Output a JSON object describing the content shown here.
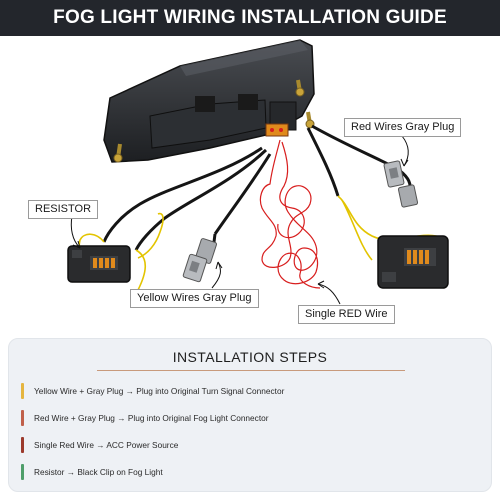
{
  "header": {
    "title": "FOG LIGHT WIRING INSTALLATION GUIDE"
  },
  "diagram": {
    "callouts": {
      "red_wires_gray_plug": "Red Wires Gray Plug",
      "resistor": "RESISTOR",
      "yellow_wires_gray_plug": "Yellow Wires Gray Plug",
      "single_red_wire": "Single RED Wire"
    },
    "colors": {
      "housing": "#2a2c30",
      "wire_black": "#151515",
      "wire_yellow": "#e3c400",
      "wire_red": "#d81e1e",
      "plug_gray": "#a7aaae",
      "connector_amber": "#e08a1c"
    }
  },
  "steps": {
    "title": "INSTALLATION STEPS",
    "items": [
      {
        "text": "Yellow Wire + Gray Plug → Plug into Original Turn Signal Connector",
        "color": "#e5b53f"
      },
      {
        "text": "Red Wire + Gray Plug → Plug into Original Fog Light Connector",
        "color": "#c0604a"
      },
      {
        "text": "Single Red Wire → ACC Power Source",
        "color": "#9c3a2c"
      },
      {
        "text": "Resistor → Black Clip on Fog Light",
        "color": "#4e9e6a"
      }
    ]
  }
}
